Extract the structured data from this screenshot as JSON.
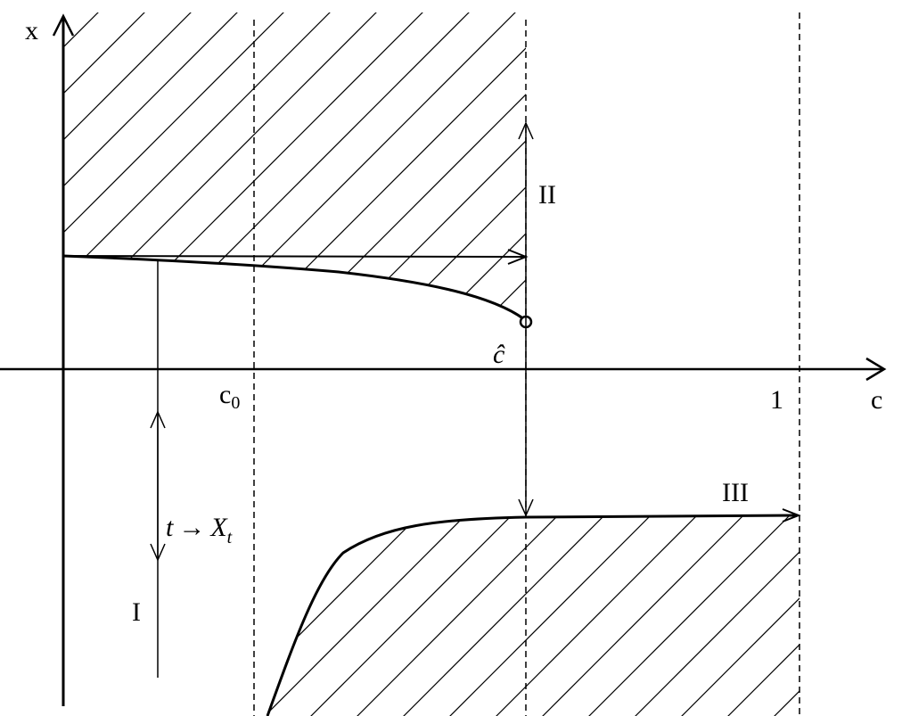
{
  "diagram": {
    "axes": {
      "x_axis_label": "c",
      "y_axis_label": "x"
    },
    "ticks": {
      "c0_base": "c",
      "c0_sub": "0",
      "c_hat": "ĉ",
      "one": "1"
    },
    "regions": {
      "I": "I",
      "II": "II",
      "III": "III"
    },
    "flow_label": {
      "t": "t",
      "arrow": "→",
      "X": "X",
      "sub": "t"
    }
  }
}
